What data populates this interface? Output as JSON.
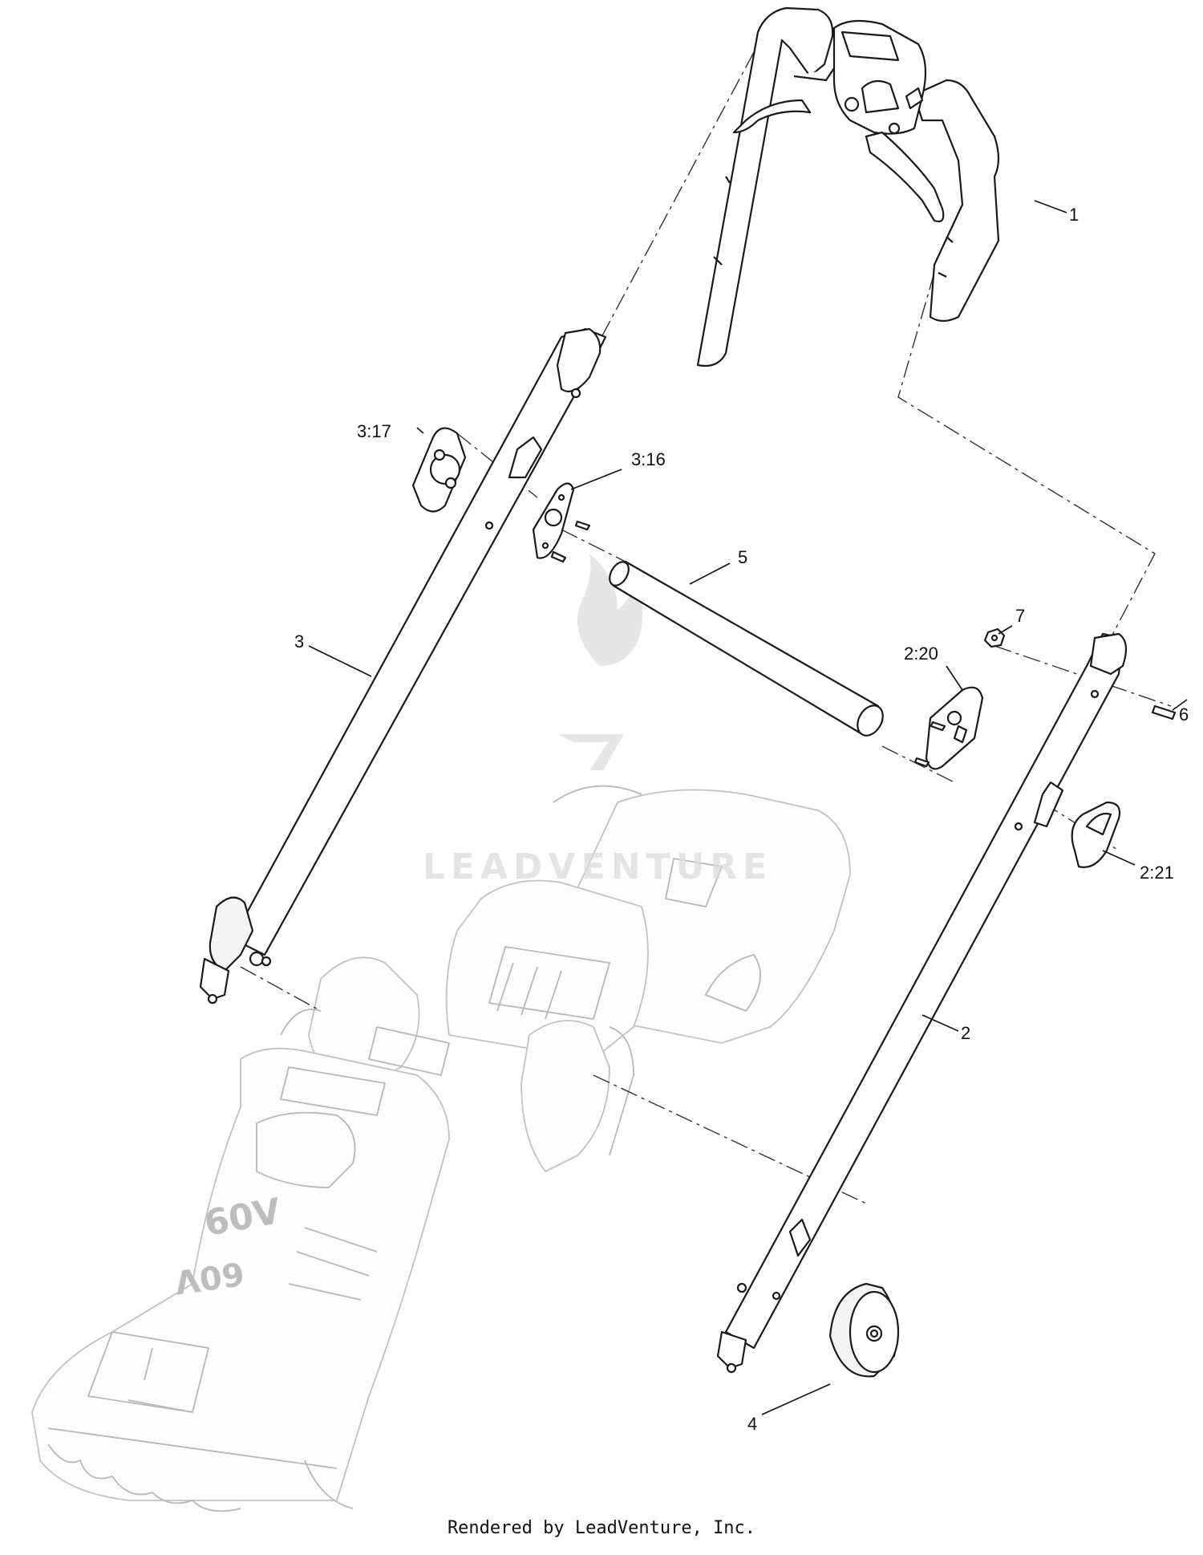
{
  "callouts": [
    {
      "id": "1",
      "label": "1"
    },
    {
      "id": "2",
      "label": "2"
    },
    {
      "id": "3",
      "label": "3"
    },
    {
      "id": "4",
      "label": "4"
    },
    {
      "id": "5",
      "label": "5"
    },
    {
      "id": "6",
      "label": "6"
    },
    {
      "id": "7",
      "label": "7"
    },
    {
      "id": "3-16",
      "label": "3:16"
    },
    {
      "id": "3-17",
      "label": "3:17"
    },
    {
      "id": "2-20",
      "label": "2:20"
    },
    {
      "id": "2-21",
      "label": "2:21"
    }
  ],
  "mower_text": {
    "voltage_top": "60V",
    "voltage_bottom": "60V"
  },
  "watermark": {
    "text": "LEADVENTURE"
  },
  "footer": {
    "text": "Rendered by LeadVenture, Inc."
  }
}
